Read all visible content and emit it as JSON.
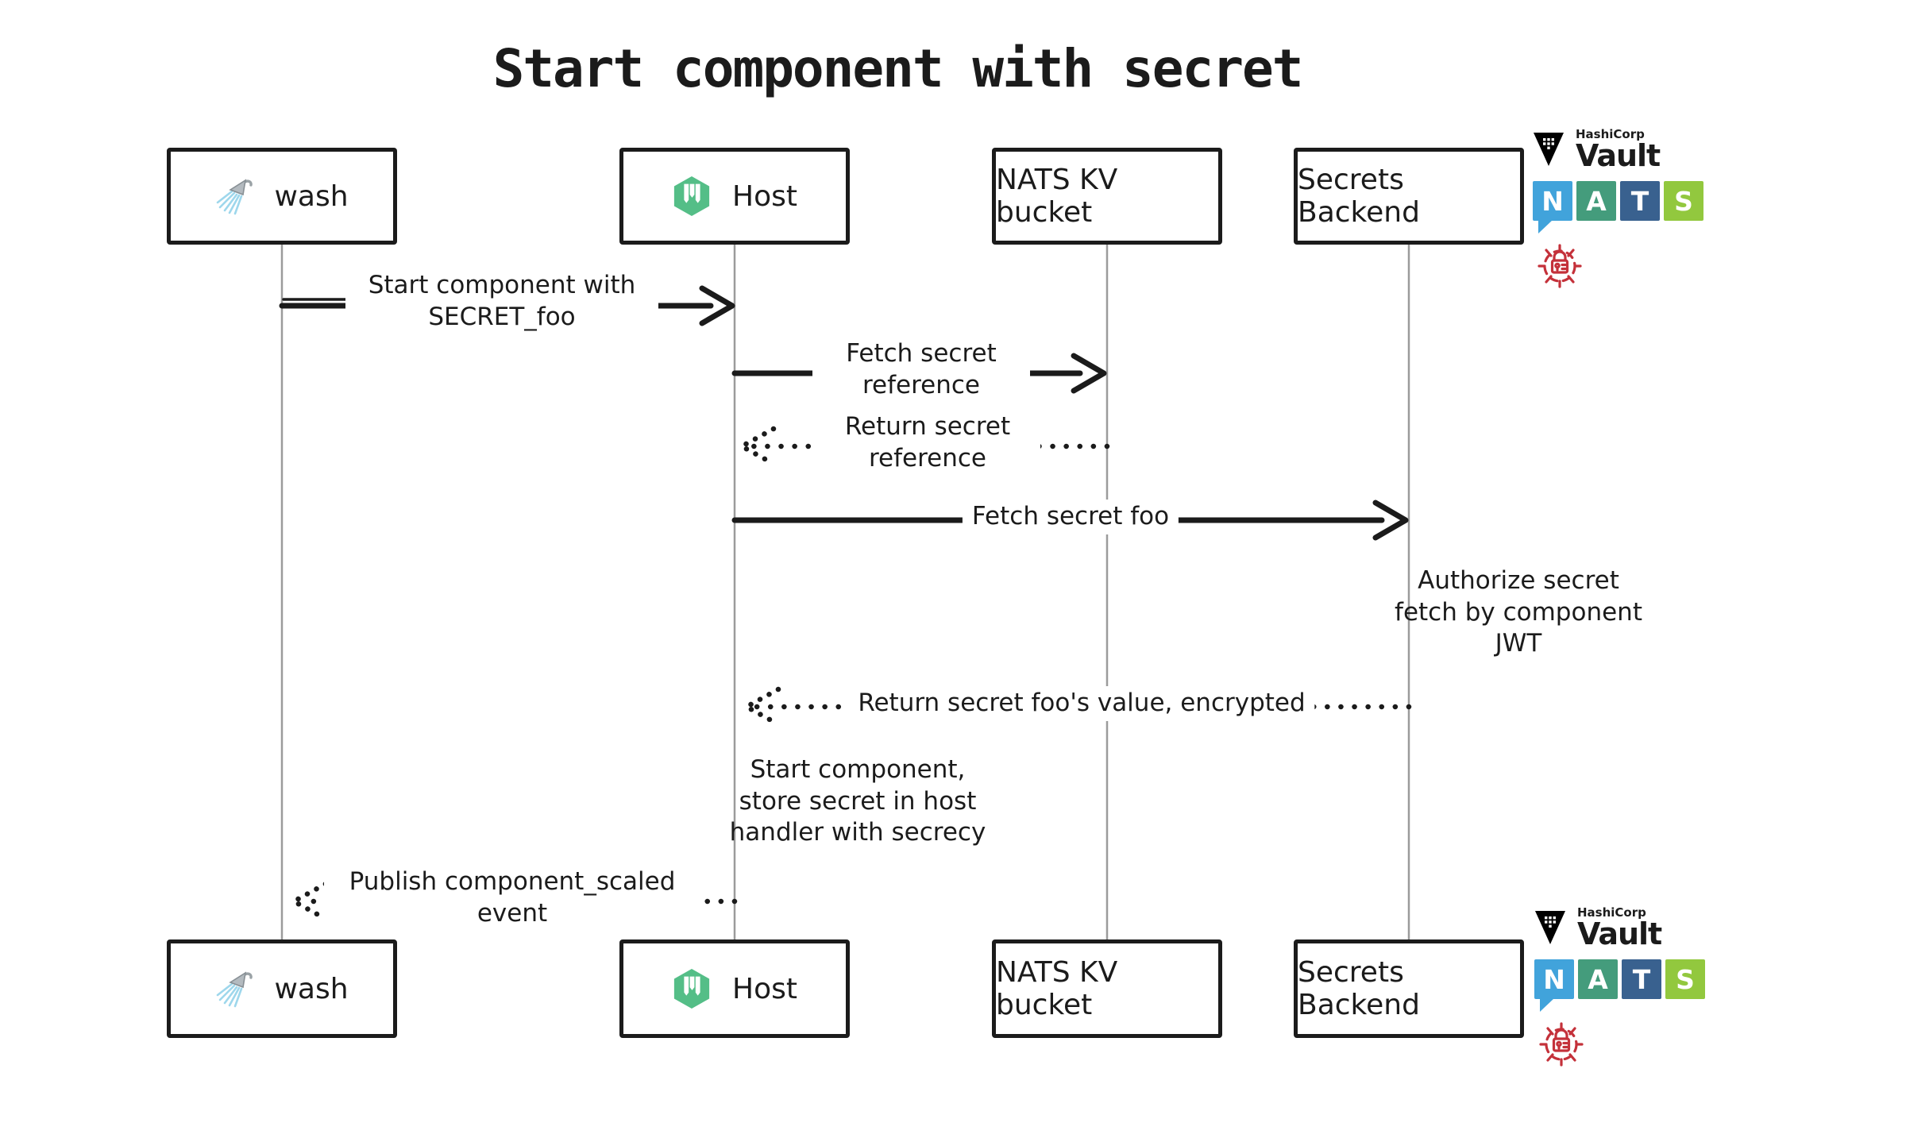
{
  "title": "Start component with secret",
  "actors": [
    {
      "id": "wash",
      "label": "wash",
      "icon": "shower-spray-icon"
    },
    {
      "id": "host",
      "label": "Host",
      "icon": "wasmcloud-hexagon-icon"
    },
    {
      "id": "nats-kv",
      "label": "NATS KV bucket"
    },
    {
      "id": "secrets-backend",
      "label": "Secrets Backend"
    }
  ],
  "messages": [
    {
      "from": "wash",
      "to": "host",
      "style": "solid",
      "text": "Start component with SECRET_foo"
    },
    {
      "from": "host",
      "to": "nats-kv",
      "style": "solid",
      "text": "Fetch secret reference"
    },
    {
      "from": "nats-kv",
      "to": "host",
      "style": "dotted",
      "text": "Return secret reference"
    },
    {
      "from": "host",
      "to": "secrets-backend",
      "style": "solid",
      "text": "Fetch secret foo"
    },
    {
      "from": "secrets-backend",
      "to": "host",
      "style": "dotted",
      "text": "Return secret foo's value, encrypted"
    },
    {
      "from": "host",
      "to": "wash",
      "style": "dotted",
      "text": "Publish component_scaled event"
    }
  ],
  "notes": [
    {
      "at": "secrets-backend",
      "text": "Authorize secret fetch by component JWT"
    },
    {
      "at": "host",
      "text": "Start component, store secret in host handler with secrecy"
    }
  ],
  "logos": {
    "vault": {
      "company": "HashiCorp",
      "product": "Vault"
    },
    "nats": {
      "letters": [
        "N",
        "A",
        "T",
        "S"
      ]
    },
    "lock": {
      "name": "lock-in-target-icon"
    }
  },
  "icons": {
    "wash": "shower-spray-icon",
    "host": "wasmcloud-hexagon-icon",
    "vault": "vault-triangle-icon",
    "secrets": "lock-in-target-icon"
  },
  "colors": {
    "ink": "#1b1b1b",
    "lifeline": "#9b9b9b",
    "wasm_green": "#54BE87",
    "spray_blue": "#9ED7EC",
    "vault_black": "#000000",
    "lock_red": "#C4313A",
    "nats_squares": [
      "#41A3DB",
      "#449C7C",
      "#39618F",
      "#92C83E"
    ]
  }
}
